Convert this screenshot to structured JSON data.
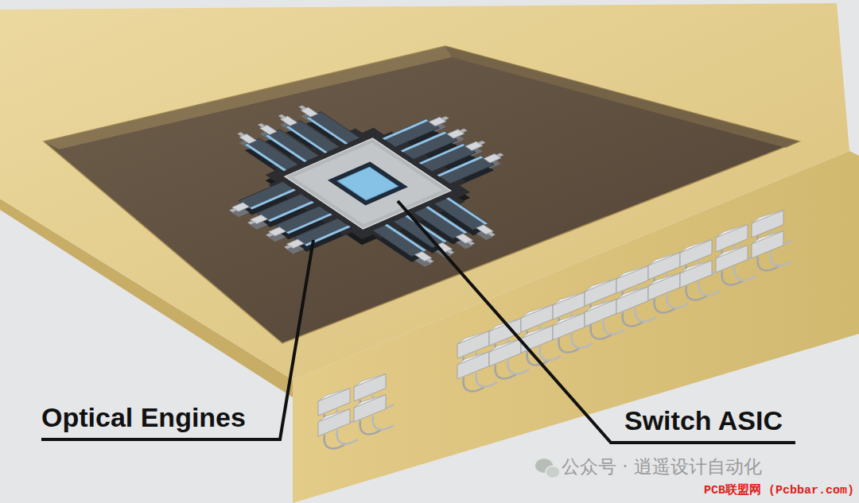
{
  "diagram": {
    "labels": [
      "Optical Engines",
      "Switch ASIC",
      "公众号 · 逍遥设计自动化",
      "PCB联盟网 (Pcbbar.com)"
    ]
  }
}
